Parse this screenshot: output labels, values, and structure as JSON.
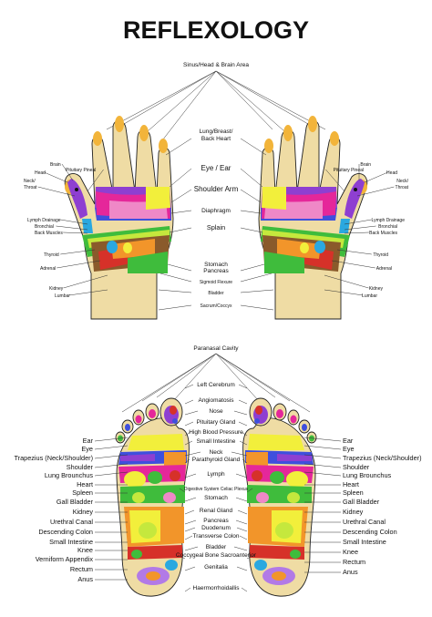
{
  "title": "REFLEXOLOGY",
  "hands": {
    "top": "Sinus/Head & Brain Area",
    "center": [
      "Lung/Breast/",
      "Back Heart",
      "Eye / Ear",
      "Shoulder Arm",
      "Diaphragm",
      "Splain",
      "Stomach",
      "Pancreas",
      "Sigmoid Flexure",
      "Bladder",
      "Sacrum/Coccyx"
    ],
    "left": [
      "Brain",
      "Head",
      "Pituitary Pineal",
      "Neck/",
      "Throat",
      "Lymph Drainage",
      "Bronchial",
      "Back Muscles",
      "Thyroid",
      "Adrenal",
      "Kidney",
      "Lumbar"
    ],
    "right": [
      "Pituitary Pineal",
      "Brain",
      "Head",
      "Neck/",
      "Throat",
      "Lymph Drainage",
      "Bronchial",
      "Back Muscles",
      "Thyroid",
      "Adrenal",
      "Kidney",
      "Lumbar"
    ]
  },
  "feet": {
    "top": "Paranasal Cavity",
    "center": [
      "Left Cerebrum",
      "Angiomatosis",
      "Nose",
      "Pituitary Gland",
      "High Blood Pressure",
      "Small Intestine",
      "Neck",
      "Parathyroid Gland",
      "Lymph",
      "Digestive System Celiac Plexus",
      "Stomach",
      "Renal Gland",
      "Pancreas",
      "Duodenum",
      "Transverse Colon",
      "Bladder",
      "Coccygeal Bone Sacroanterior",
      "Genitalia",
      "Haermorrhoidallis"
    ],
    "left": [
      "Ear",
      "Eye",
      "Trapezius (Neck/Shoulder)",
      "Shoulder",
      "Lung Brounchus",
      "Heart",
      "Spleen",
      "Gall Bladder",
      "Kidney",
      "Urethral Canal",
      "Descending Colon",
      "Small Intestine",
      "Knee",
      "Verniform Appendix",
      "Rectum",
      "Anus"
    ],
    "right": [
      "Ear",
      "Eye",
      "Trapezius (Neck/Shoulder)",
      "Shoulder",
      "Lung Brounchus",
      "Heart",
      "Spleen",
      "Gall Bladder",
      "Kidney",
      "Urethral Canal",
      "Descending Colon",
      "Small Intestine",
      "Knee",
      "Rectum",
      "Anus"
    ]
  },
  "colors": {
    "skin": "#efdca4",
    "nail": "#f2b43a",
    "purple": "#8e3fd1",
    "blue": "#3f4fdd",
    "magenta": "#e5279a",
    "pink": "#ef88c7",
    "yellow": "#f2ef3b",
    "green": "#3fbc3c",
    "lime": "#c5e83d",
    "red": "#d63129",
    "orange": "#f2952a",
    "brown": "#8a5a2b",
    "cyan": "#2aa8e0",
    "violet": "#b27ae6"
  }
}
